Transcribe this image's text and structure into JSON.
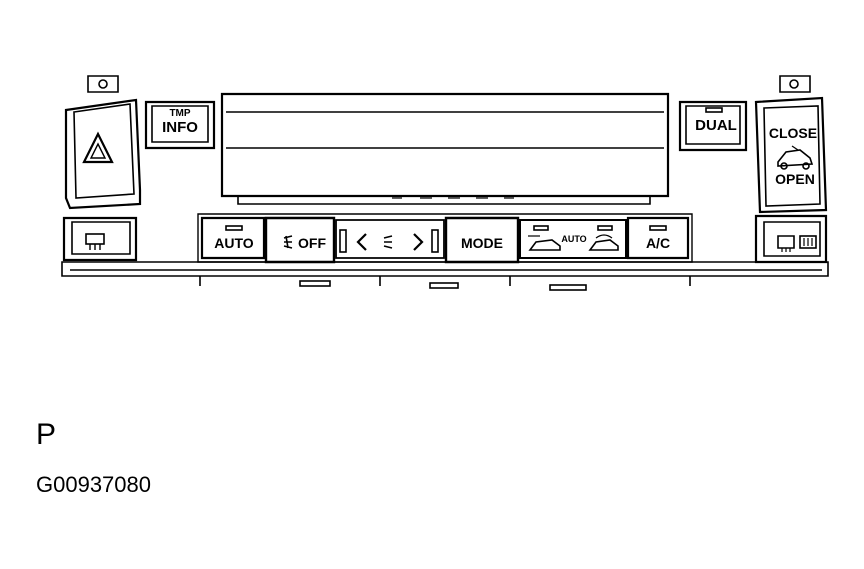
{
  "buttons": {
    "tmp_info_top": "TMP",
    "tmp_info_bottom": "INFO",
    "dual": "DUAL",
    "close": "CLOSE",
    "open": "OPEN",
    "auto": "AUTO",
    "fan_off": "OFF",
    "mode": "MODE",
    "recirc_auto": "AUTO",
    "ac": "A/C"
  },
  "caption": {
    "view_letter": "P",
    "figure_id": "G00937080"
  },
  "icons": [
    "hazard-triangle-icon",
    "rear-defroster-icon",
    "front-defroster-icon",
    "fan-icon",
    "chevron-left-icon",
    "chevron-right-icon",
    "fresh-air-car-icon",
    "recirculate-car-icon",
    "convertible-roof-icon"
  ]
}
